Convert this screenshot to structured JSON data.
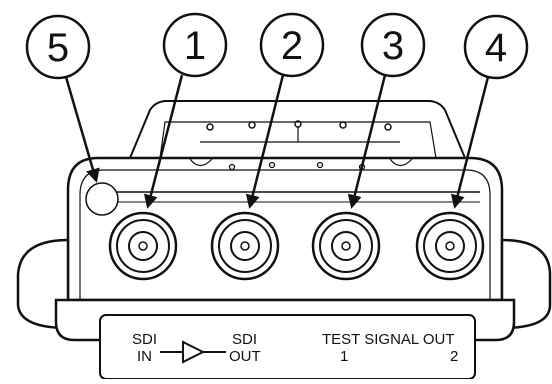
{
  "callouts": [
    {
      "number": "1",
      "target": "SDI IN connector"
    },
    {
      "number": "2",
      "target": "SDI OUT connector"
    },
    {
      "number": "3",
      "target": "TEST SIGNAL OUT 1 connector"
    },
    {
      "number": "4",
      "target": "TEST SIGNAL OUT 2 connector"
    },
    {
      "number": "5",
      "target": "indicator"
    }
  ],
  "panel_labels": {
    "sdi_in_line1": "SDI",
    "sdi_in_line2": "IN",
    "sdi_out_line1": "SDI",
    "sdi_out_line2": "OUT",
    "test_signal_out": "TEST SIGNAL OUT",
    "test_out_1": "1",
    "test_out_2": "2"
  },
  "colors": {
    "line": "#111111",
    "fill": "#ffffff",
    "shade": "#d8d8d8"
  }
}
